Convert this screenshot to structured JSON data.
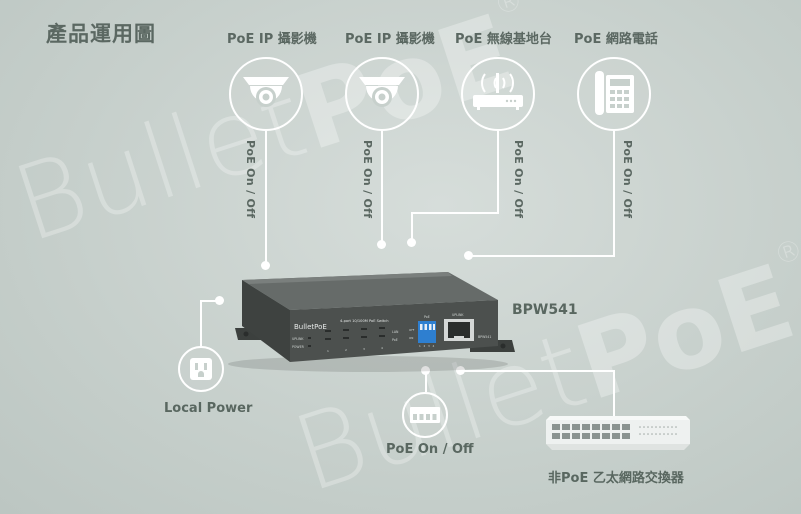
{
  "title": "產品運用圖",
  "devices": [
    {
      "label": "PoE IP 攝影機",
      "icon": "dome-camera-icon",
      "link": "PoE On / Off"
    },
    {
      "label": "PoE IP 攝影機",
      "icon": "dome-camera-icon",
      "link": "PoE On / Off"
    },
    {
      "label": "PoE 無線基地台",
      "icon": "wireless-router-icon",
      "link": "PoE On / Off"
    },
    {
      "label": "PoE 網路電話",
      "icon": "ip-phone-icon",
      "link": "PoE On / Off"
    }
  ],
  "model": "BPW541",
  "local_power": {
    "label": "Local Power",
    "icon": "power-outlet-icon"
  },
  "dip_switch": {
    "label": "PoE On / Off",
    "icon": "dip-switch-icon"
  },
  "non_poe_switch": {
    "label": "非PoE 乙太網路交換器",
    "icon": "ethernet-switch-icon"
  },
  "watermark": {
    "brand": "Bullet",
    "suffix": "PoE",
    "mark": "®"
  },
  "device_panel": {
    "brand": "BulletPoE",
    "spec": "4-port 10/100M PoE Switch",
    "led_labels": [
      "UPLINK",
      "POWER",
      "LAN",
      "PoE"
    ],
    "port_label": "UPLINK",
    "dip_label": "PoE",
    "dip_states": [
      "OFF",
      "ON"
    ],
    "dip_numbers": [
      "1",
      "2",
      "3",
      "4"
    ],
    "port_numbers": [
      "1",
      "2",
      "3",
      "4"
    ],
    "model_tag": "BPW541"
  },
  "colors": {
    "background": "#c7d0cc",
    "text": "#5b6862",
    "line": "#ffffff",
    "dip": "#2e7fd0",
    "chassis": "#4f5351"
  }
}
